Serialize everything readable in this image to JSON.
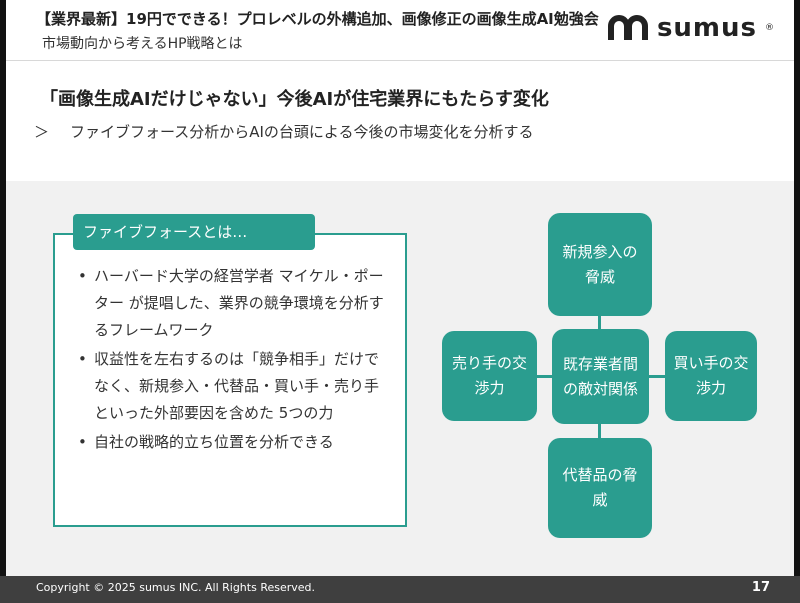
{
  "header": {
    "title": "【業界最新】19円でできる！プロレベルの外構追加、画像修正の画像生成AI勉強会",
    "subtitle": "市場動向から考えるHP戦略とは",
    "logo_text": "sumus",
    "logo_mark": "®"
  },
  "section": {
    "heading": "「画像生成AIだけじゃない」今後AIが住宅業界にもたらす変化",
    "lead_marker": "＞",
    "lead_text": "ファイブフォース分析からAIの台頭による今後の市場変化を分析する"
  },
  "definition": {
    "tag": "ファイブフォースとは…",
    "bullets": [
      "ハーバード大学の経営学者 マイケル・ポーター が提唱した、業界の競争環境を分析するフレームワーク",
      "収益性を左右するのは「競争相手」だけでなく、新規参入・代替品・買い手・売り手といった外部要因を含めた 5つの力",
      "自社の戦略的立ち位置を分析できる"
    ]
  },
  "forces": {
    "top": "新規参入の脅威",
    "left": "売り手の交渉力",
    "center": "既存業者間の敵対関係",
    "right": "買い手の交渉力",
    "bottom": "代替品の脅威"
  },
  "colors": {
    "accent": "#2a9d8f",
    "footer": "#3f3f3f",
    "content_bg": "#f1f1f1"
  },
  "footer": {
    "copyright": "Copyright © 2025 sumus INC. All Rights Reserved.",
    "page_number": "17"
  }
}
